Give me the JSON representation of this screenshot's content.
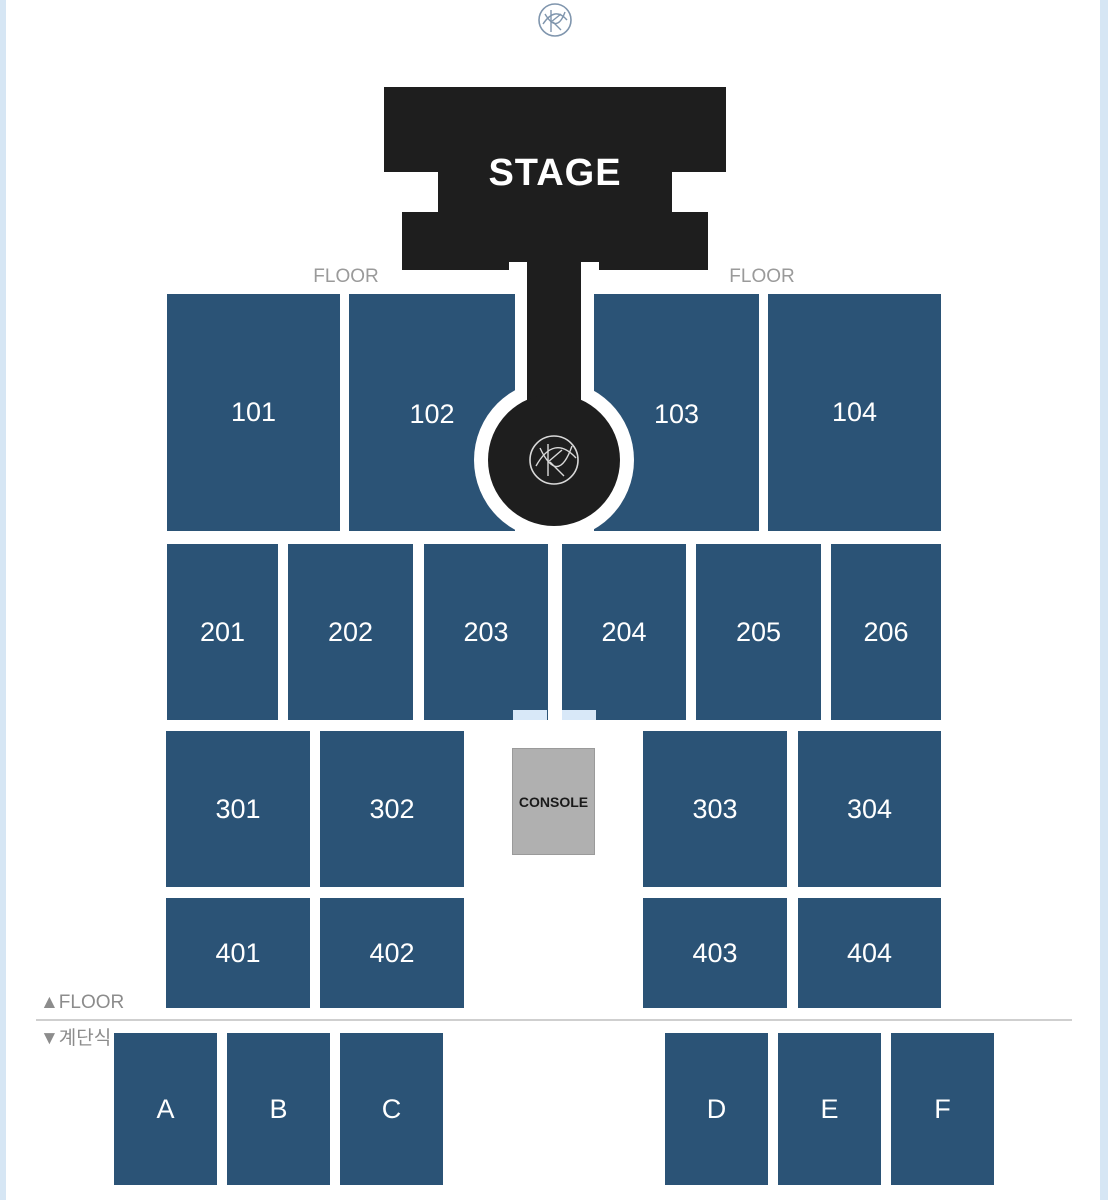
{
  "stage": {
    "label": "STAGE"
  },
  "floor_labels": {
    "left": "FLOOR",
    "right": "FLOOR"
  },
  "sections": {
    "row100": [
      {
        "id": "101",
        "label": "101"
      },
      {
        "id": "102",
        "label": "102"
      },
      {
        "id": "103",
        "label": "103"
      },
      {
        "id": "104",
        "label": "104"
      }
    ],
    "row200": [
      {
        "id": "201",
        "label": "201"
      },
      {
        "id": "202",
        "label": "202"
      },
      {
        "id": "203",
        "label": "203"
      },
      {
        "id": "204",
        "label": "204"
      },
      {
        "id": "205",
        "label": "205"
      },
      {
        "id": "206",
        "label": "206"
      }
    ],
    "row300": [
      {
        "id": "301",
        "label": "301"
      },
      {
        "id": "302",
        "label": "302"
      },
      {
        "id": "303",
        "label": "303"
      },
      {
        "id": "304",
        "label": "304"
      }
    ],
    "row400": [
      {
        "id": "401",
        "label": "401"
      },
      {
        "id": "402",
        "label": "402"
      },
      {
        "id": "403",
        "label": "403"
      },
      {
        "id": "404",
        "label": "404"
      }
    ],
    "stands": [
      {
        "id": "A",
        "label": "A"
      },
      {
        "id": "B",
        "label": "B"
      },
      {
        "id": "C",
        "label": "C"
      },
      {
        "id": "D",
        "label": "D"
      },
      {
        "id": "E",
        "label": "E"
      },
      {
        "id": "F",
        "label": "F"
      }
    ]
  },
  "console": {
    "label": "CONSOLE"
  },
  "legend": {
    "floor_up": "▲FLOOR",
    "stands_down": "▼계단식"
  },
  "colors": {
    "section_fill": "#2b5376",
    "stage_fill": "#1e1e1e",
    "console_fill": "#b0b0b0",
    "ramp_fill": "#d8e8f8",
    "label_gray": "#9a9a9a"
  },
  "icons": {
    "top_logo": "group-emblem-icon",
    "stage_logo": "group-emblem-icon"
  }
}
